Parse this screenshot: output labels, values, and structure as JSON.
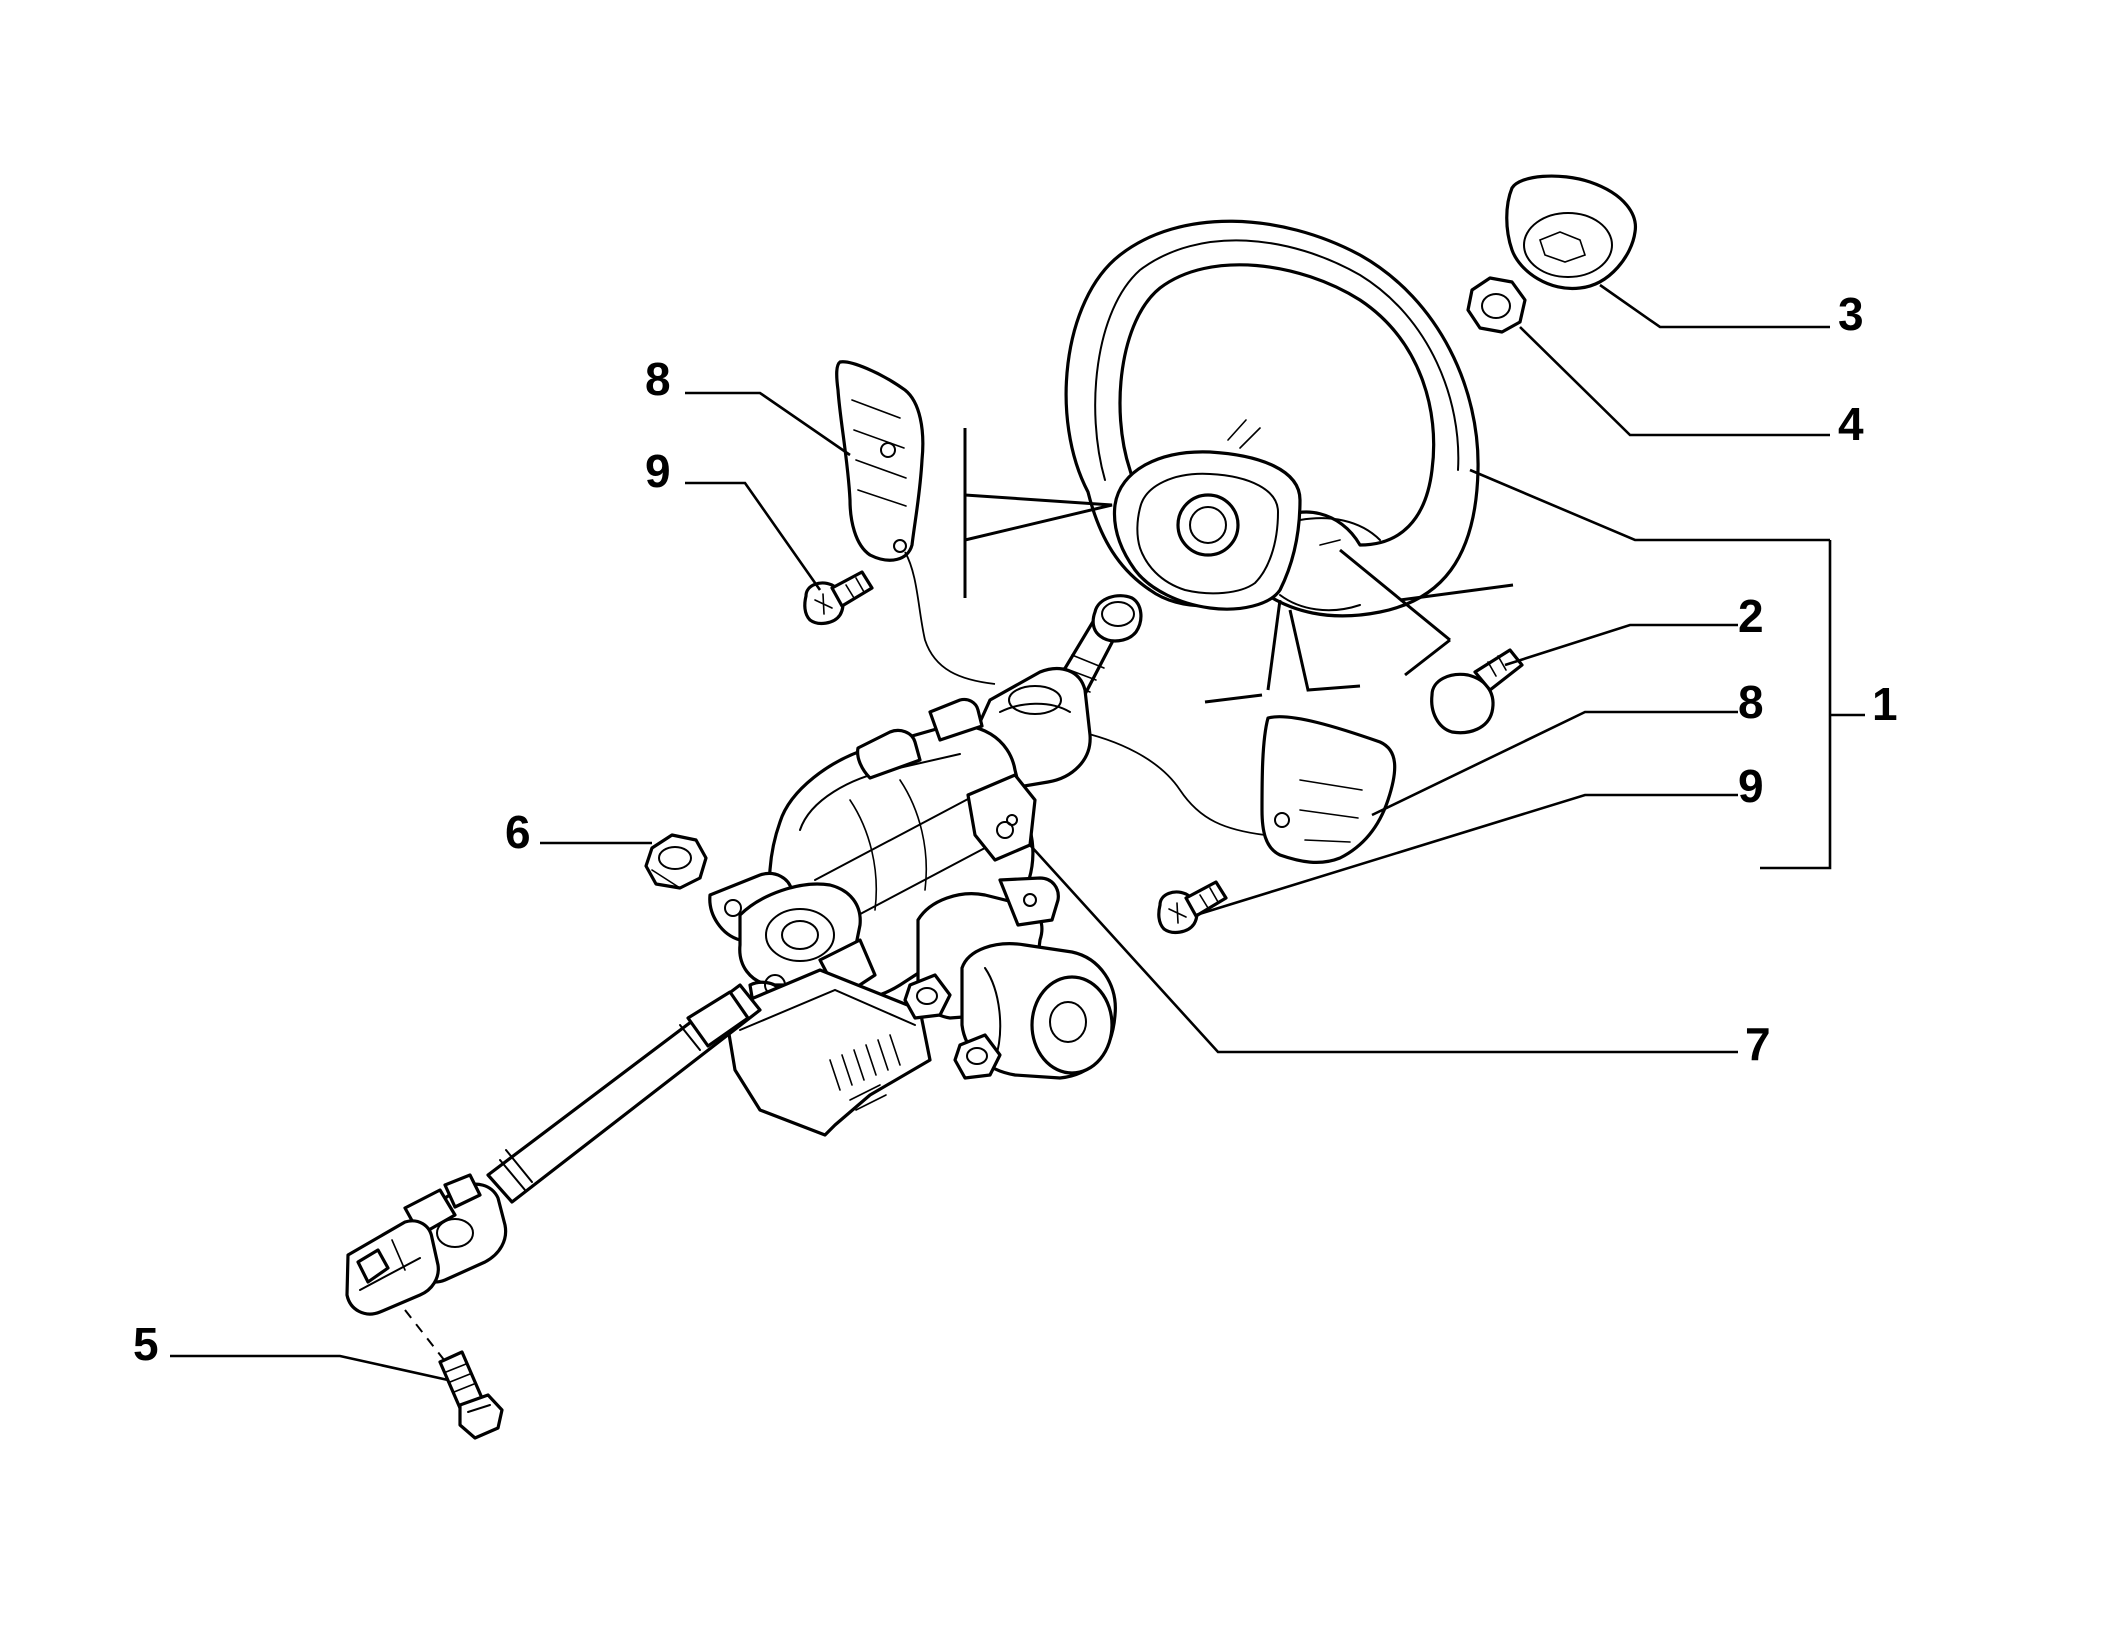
{
  "diagram": {
    "labels": {
      "n1": "1",
      "n2": "2",
      "n3": "3",
      "n4": "4",
      "n5": "5",
      "n6": "6",
      "n7": "7",
      "n8a": "8",
      "n8b": "8",
      "n9a": "9",
      "n9b": "9"
    }
  }
}
